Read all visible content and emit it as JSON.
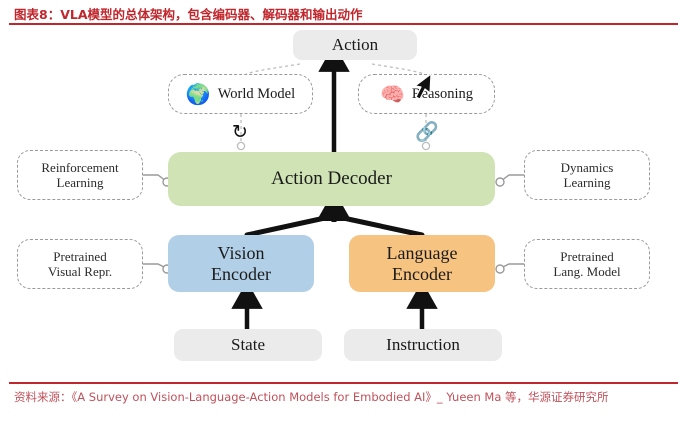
{
  "header": {
    "title": "图表8：VLA模型的总体架构，包含编码器、解码器和输出动作",
    "accent_color": "#c0272d"
  },
  "footer": {
    "source": "资料来源：《A Survey on Vision-Language-Action Models for Embodied AI》_ Yueen Ma 等，华源证券研究所",
    "color": "#c0515a"
  },
  "diagram": {
    "type": "flow-architecture",
    "nodes": {
      "action": {
        "label": "Action",
        "color": "#ebebeb"
      },
      "world_model": {
        "label": "World Model",
        "icon": "🌍",
        "icon_name": "globe-icon"
      },
      "reasoning": {
        "label": "Reasoning",
        "icon": "🧠",
        "icon_name": "brain-icon"
      },
      "decoder": {
        "label": "Action Decoder",
        "color": "#cfe3b4"
      },
      "vision": {
        "label": "Vision\nEncoder",
        "line1": "Vision",
        "line2": "Encoder",
        "color": "#b2cfe8"
      },
      "language": {
        "label": "Language\nEncoder",
        "line1": "Language",
        "line2": "Encoder",
        "color": "#f7c381"
      },
      "state": {
        "label": "State",
        "color": "#ebebeb"
      },
      "instruction": {
        "label": "Instruction",
        "color": "#ebebeb"
      }
    },
    "callouts": {
      "reinforcement_learning": {
        "line1": "Reinforcement",
        "line2": "Learning"
      },
      "dynamics_learning": {
        "line1": "Dynamics",
        "line2": "Learning"
      },
      "pretrained_visual": {
        "line1": "Pretrained",
        "line2": "Visual Repr."
      },
      "pretrained_language": {
        "line1": "Pretrained",
        "line2": "Lang. Model"
      }
    },
    "icons": {
      "cycle": "↻",
      "link": "🔗"
    }
  }
}
